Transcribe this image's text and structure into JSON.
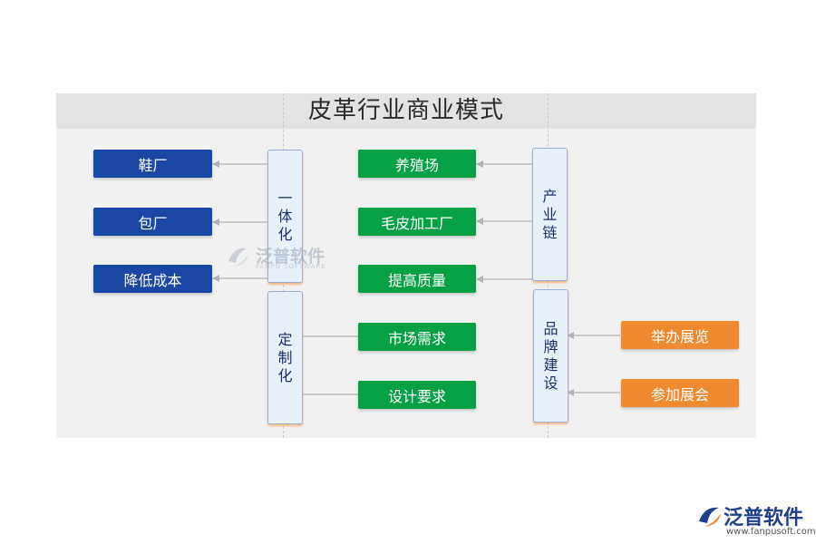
{
  "title": "皮革行业商业模式",
  "left_nodes": [
    "鞋厂",
    "包厂",
    "降低成本"
  ],
  "center_nodes": [
    "养殖场",
    "毛皮加工厂",
    "提高质量",
    "市场需求",
    "设计要求"
  ],
  "right_nodes": [
    "举办展览",
    "参加展会"
  ],
  "categories": {
    "integration": "一体化",
    "customization": "定制化",
    "industry_chain": "产业链",
    "brand_building": "品牌建设"
  },
  "watermark": {
    "name": "泛普软件",
    "sub": "FANPU SOFTWARE"
  },
  "logo": {
    "name": "泛普软件",
    "url": "www.fanpusoft.com"
  },
  "colors": {
    "blue": "#1a47a3",
    "green": "#07a145",
    "orange": "#f08a30",
    "category_fill": "#e8f0fa"
  }
}
